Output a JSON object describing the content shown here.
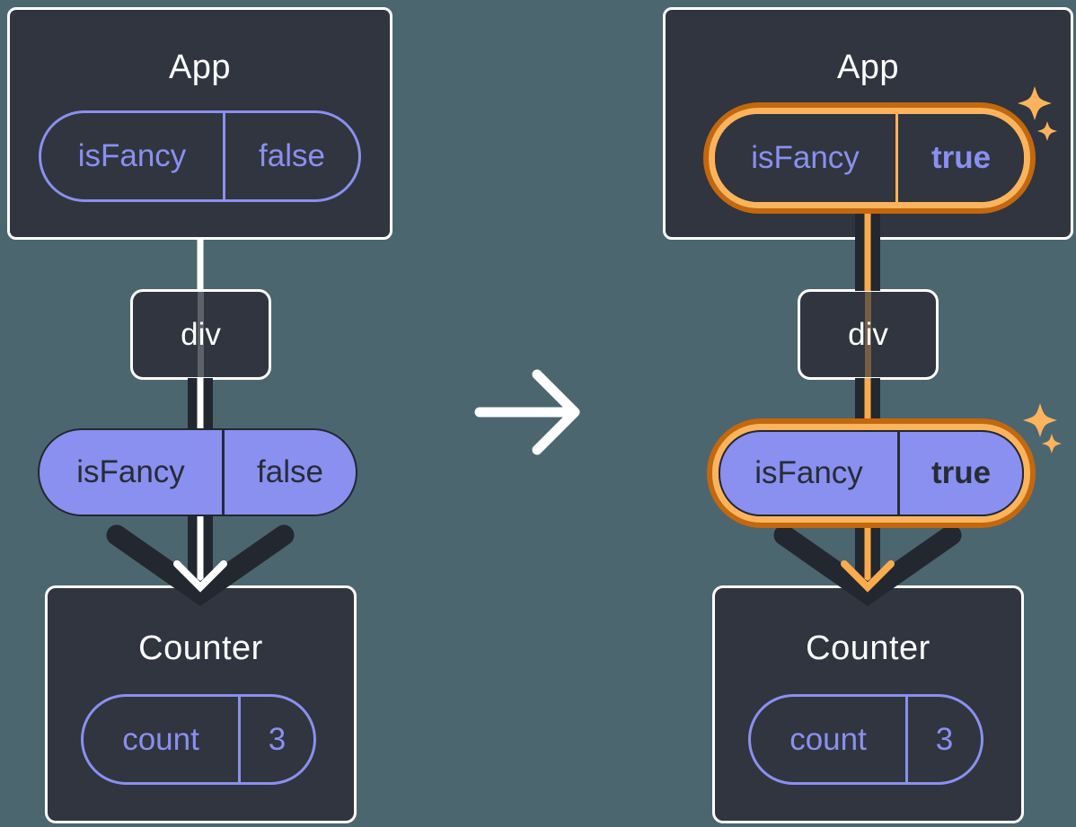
{
  "colors": {
    "background": "#4C6670",
    "box_fill": "#30353F",
    "box_border": "#FFFFFF",
    "purple": "#8A90F0",
    "pill_dark_text": "#272C36",
    "dark_line": "#23272F",
    "orange_outer": "#C3680F",
    "orange_inner": "#FBB45C",
    "orange_arrow": "#F9AB4D",
    "white": "#FFFFFF"
  },
  "icons": {
    "transition_arrow": "right-arrow",
    "highlight": "sparkles"
  },
  "before": {
    "app": {
      "title": "App",
      "prop": {
        "name": "isFancy",
        "value": "false"
      }
    },
    "div": {
      "label": "div"
    },
    "passed_prop": {
      "name": "isFancy",
      "value": "false"
    },
    "counter": {
      "title": "Counter",
      "state": {
        "name": "count",
        "value": "3"
      }
    }
  },
  "after": {
    "app": {
      "title": "App",
      "prop": {
        "name": "isFancy",
        "value": "true"
      }
    },
    "div": {
      "label": "div"
    },
    "passed_prop": {
      "name": "isFancy",
      "value": "true"
    },
    "counter": {
      "title": "Counter",
      "state": {
        "name": "count",
        "value": "3"
      }
    }
  }
}
